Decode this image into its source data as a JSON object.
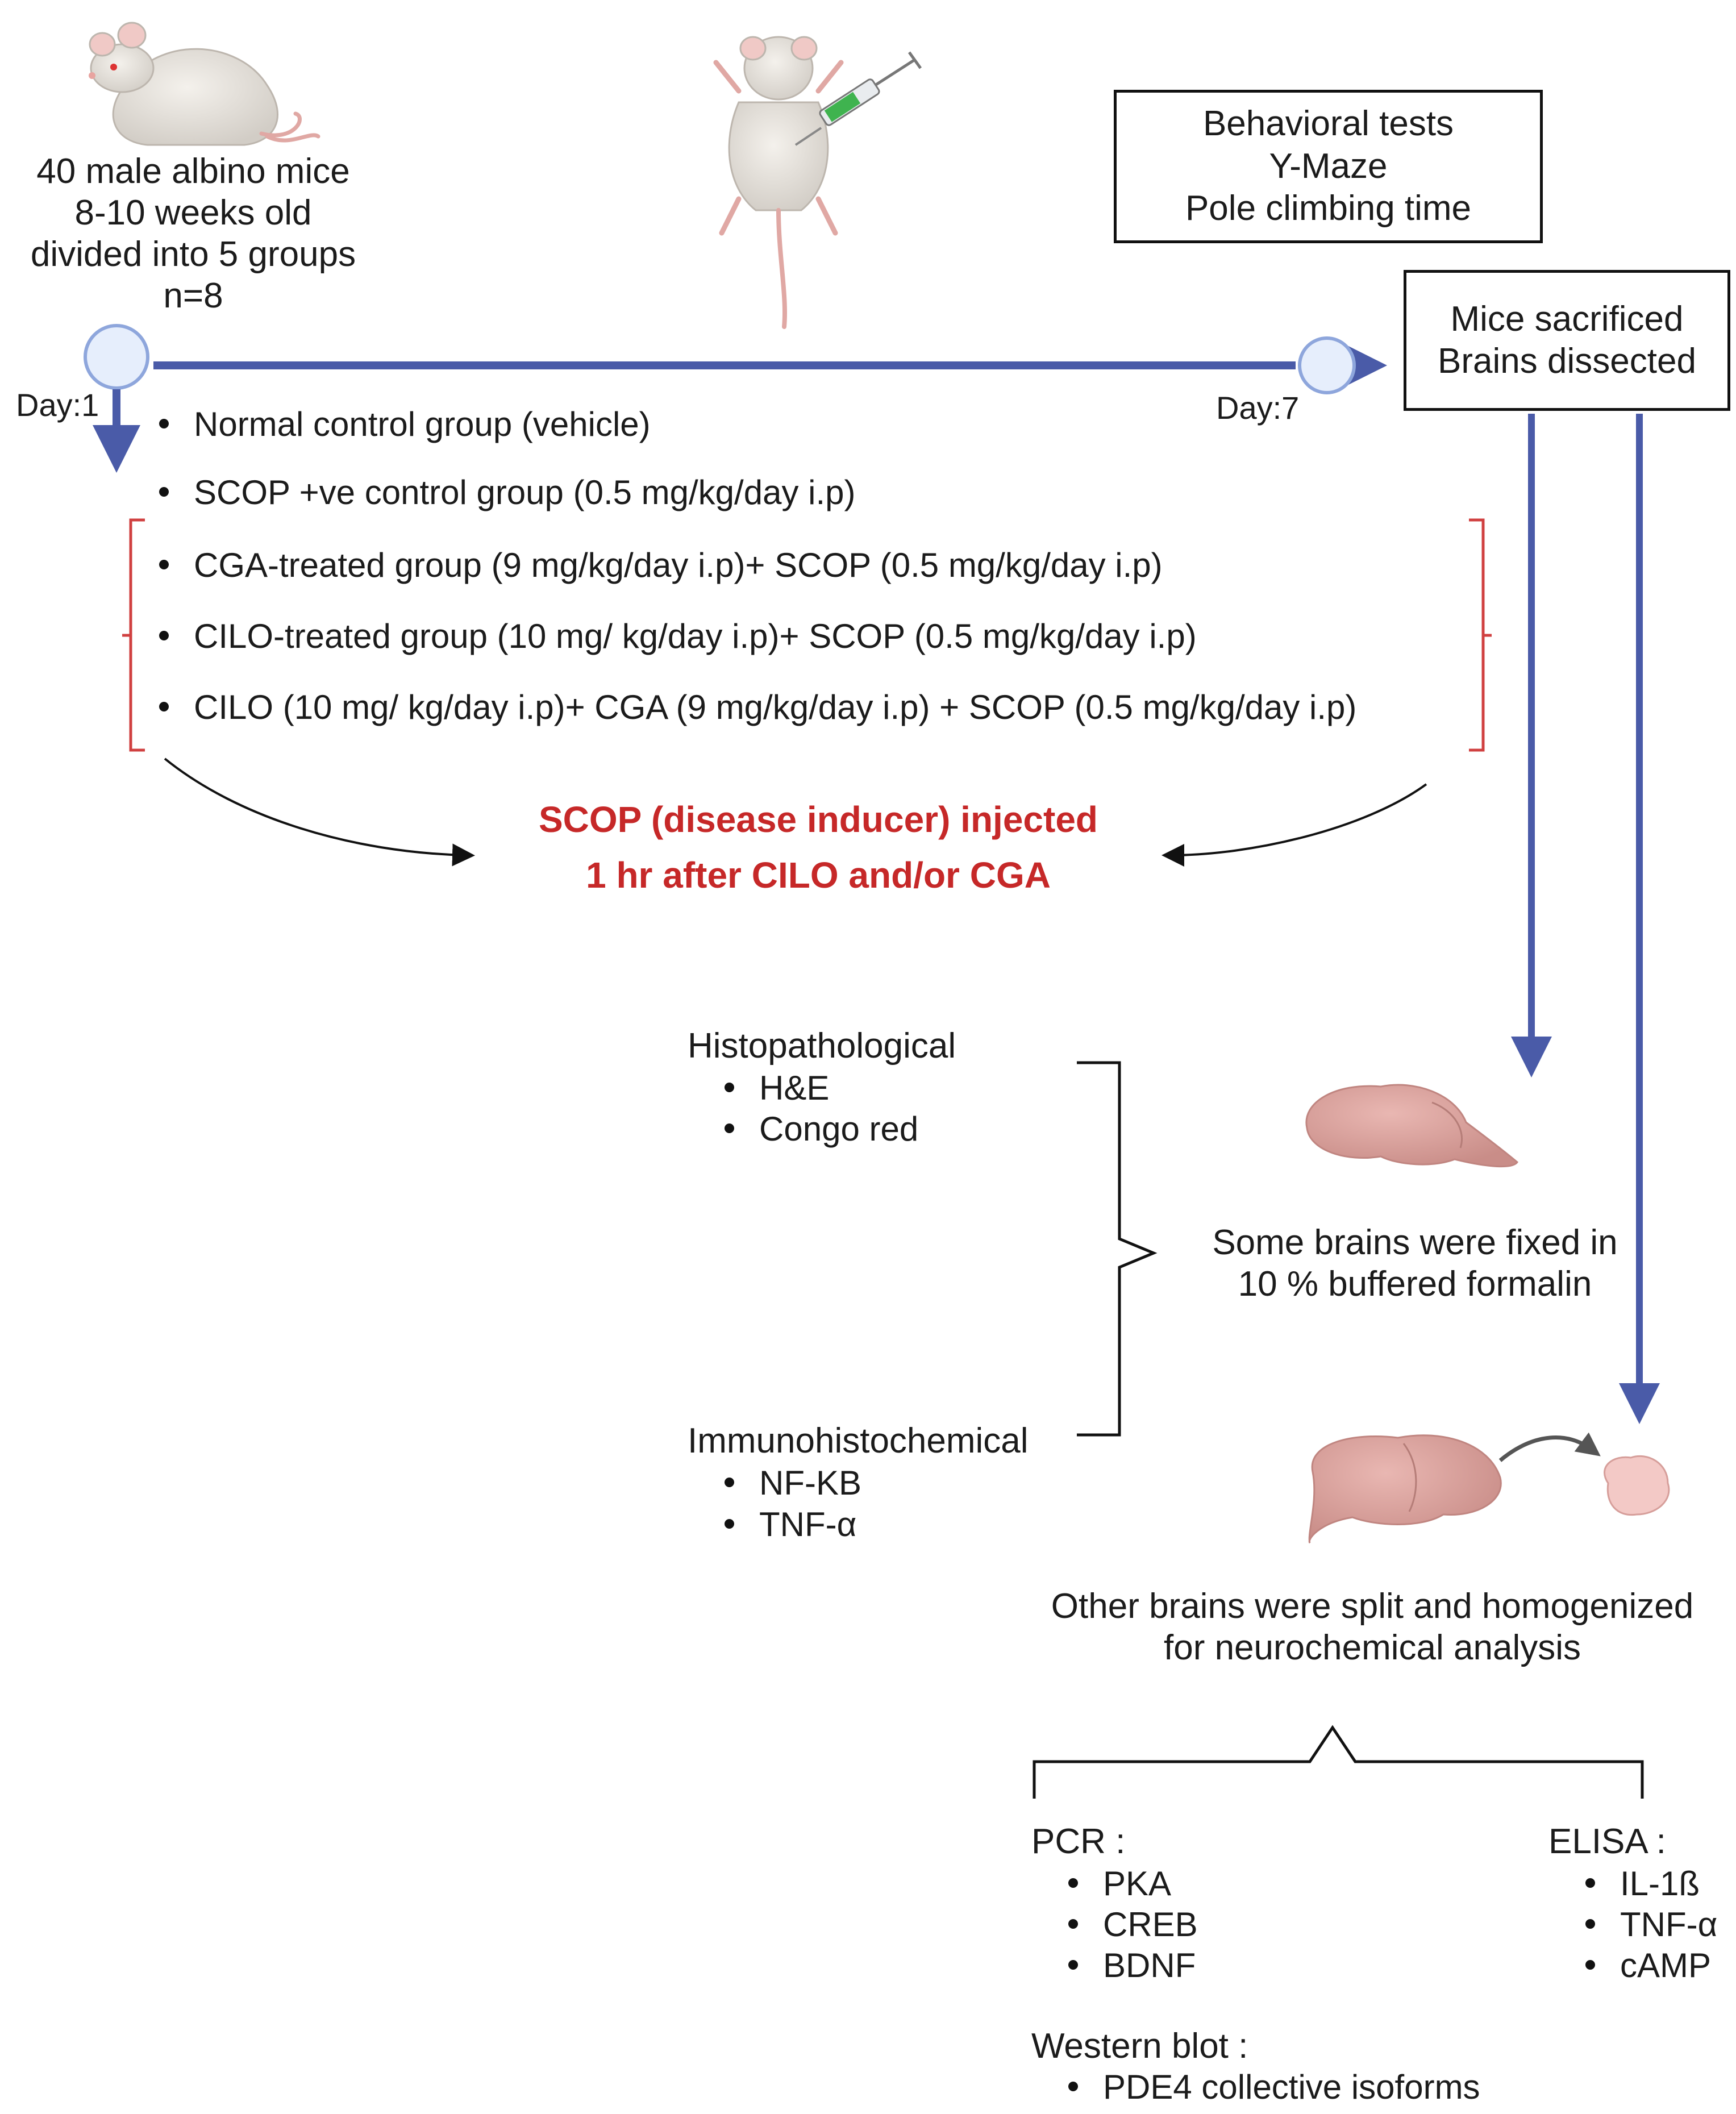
{
  "mice": {
    "lines": [
      "40 male albino mice",
      "8-10 weeks old",
      "divided into 5 groups",
      "n=8"
    ]
  },
  "behavioral_box": {
    "lines": [
      "Behavioral tests",
      "Y-Maze",
      "Pole climbing time"
    ]
  },
  "sacrifice_box": {
    "lines": [
      "Mice sacrificed",
      "Brains dissected"
    ]
  },
  "timeline": {
    "day_start": "Day:1",
    "day_end": "Day:7"
  },
  "groups": [
    "Normal control group (vehicle)",
    "SCOP +ve control group (0.5 mg/kg/day i.p)",
    "CGA-treated group  (9 mg/kg/day i.p)+ SCOP (0.5 mg/kg/day i.p)",
    "CILO-treated group (10 mg/ kg/day i.p)+ SCOP (0.5 mg/kg/day i.p)",
    "CILO (10 mg/ kg/day i.p)+ CGA (9 mg/kg/day i.p)  + SCOP (0.5 mg/kg/day i.p)"
  ],
  "scop_note": {
    "line1": "SCOP (disease inducer) injected",
    "line2": "1 hr after CILO and/or CGA"
  },
  "histo": {
    "title": "Histopathological",
    "items": [
      "H&E",
      "Congo red"
    ]
  },
  "immuno": {
    "title": "Immunohistochemical",
    "items": [
      "NF-KB",
      "TNF-α"
    ]
  },
  "fixed_note": {
    "lines": [
      "Some brains were fixed in",
      "10 % buffered formalin"
    ]
  },
  "homog_note": {
    "lines": [
      "Other brains were split and homogenized",
      "for neurochemical analysis"
    ]
  },
  "pcr": {
    "title": "PCR :",
    "items": [
      "PKA",
      "CREB",
      "BDNF"
    ]
  },
  "elisa": {
    "title": "ELISA :",
    "items": [
      "IL-1ß",
      "TNF-α",
      "cAMP"
    ]
  },
  "western": {
    "title": "Western blot :",
    "items": [
      "PDE4 collective isoforms"
    ]
  },
  "colors": {
    "timeline_blue": "#4a5ba8",
    "node_fill": "#e6eefc",
    "node_stroke": "#8ea6dc",
    "bracket_red": "#d04040",
    "note_red": "#c62828",
    "brain_pink": "#d99b97"
  }
}
